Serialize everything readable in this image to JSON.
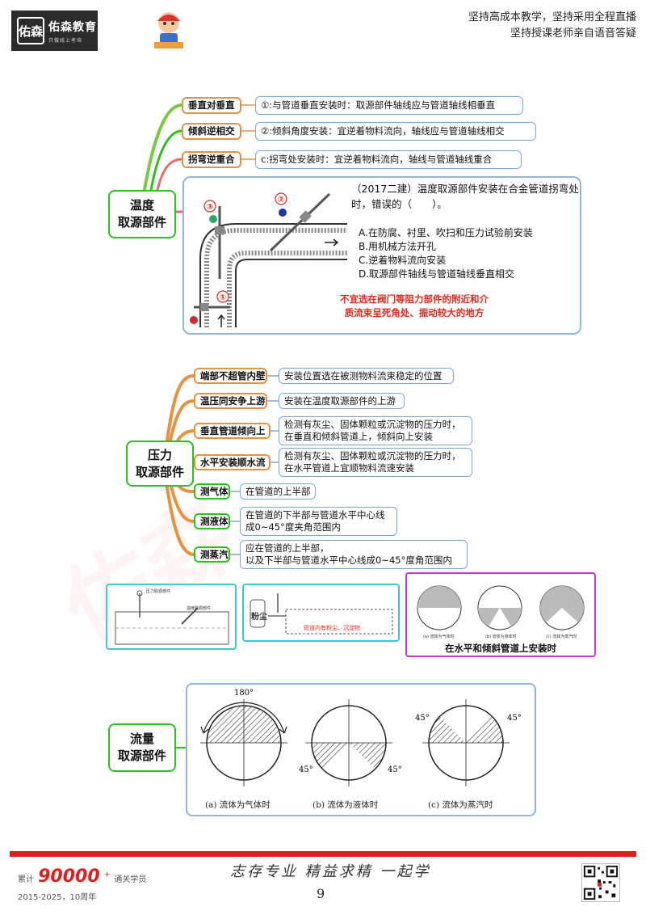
{
  "header": {
    "logo_name": "佑森教育",
    "logo_slogan": "只做线上考培",
    "logo_seal": "佑森",
    "slogan_line1": "坚持高成本教学，坚持采用全程直播",
    "slogan_line2": "坚持授课老师亲自语音答疑"
  },
  "temperature": {
    "root_line1": "温度",
    "root_line2": "取源部件",
    "branches": [
      {
        "key": "垂直对垂直",
        "value": "①:与管道垂直安装时：取源部件轴线应与管道轴线相垂直"
      },
      {
        "key": "倾斜逆相交",
        "value": "②:倾斜角度安装：宜逆着物料流向，轴线应与管道轴线相交"
      },
      {
        "key": "拐弯逆重合",
        "value": "c:拐弯处安装时：宜逆着物料流向，轴线与管道轴线重合"
      }
    ],
    "question": {
      "title": "（2017二建）温度取源部件安装在合金管道拐弯处时，错误的（　　）。",
      "options": [
        "A.在防腐、衬里、吹扫和压力试验前安装",
        "B.用机械方法开孔",
        "C.逆着物料流向安装",
        "D.取源部件轴线与管道轴线垂直相交"
      ],
      "note_line1": "不宜选在阀门等阻力部件的附近和介",
      "note_line2": "质流束呈死角处、振动较大的地方",
      "markers": [
        "③",
        "②",
        "①"
      ]
    }
  },
  "pressure": {
    "root_line1": "压力",
    "root_line2": "取源部件",
    "branches": [
      {
        "key": "端部不超管内壁",
        "value": "安装位置选在被测物料流束稳定的位置"
      },
      {
        "key": "温压同安争上游",
        "value": "安装在温度取源部件的上游"
      },
      {
        "key": "垂直管道倾向上",
        "value_line1": "检测有灰尘、固体颗粒或沉淀物的压力时，",
        "value_line2": "在垂直和倾斜管道上，倾斜向上安装"
      },
      {
        "key": "水平安装顺水流",
        "value_line1": "检测有灰尘、固体颗粒或沉淀物的压力时，",
        "value_line2": "在水平管道上宜顺物料流速安装"
      },
      {
        "key": "测气体",
        "value": "在管道的上半部"
      },
      {
        "key": "测液体",
        "value_line1": "在管道的下半部与管道水平中心线",
        "value_line2": "成0~45°度夹角范围内"
      },
      {
        "key": "测蒸汽",
        "value_line1": "应在管道的上半部，",
        "value_line2": "以及下半部与管道水平中心线成0~45°度角范围内"
      }
    ],
    "fig1_labels": [
      "压力取源部件",
      "温度取源部件"
    ],
    "fig2_labels": [
      "粉尘",
      "管道内有粉尘、沉淀物"
    ],
    "fig3_caption": "在水平和倾斜管道上安装时",
    "fig3_sub": [
      "(a) 流体为气体时",
      "(b) 流体为液体时",
      "(c) 流体为蒸汽时"
    ]
  },
  "flow": {
    "root_line1": "流量",
    "root_line2": "取源部件",
    "captions": [
      "(a) 流体为气体时",
      "(b) 流体为液体时",
      "(c) 流体为蒸汽时"
    ],
    "angle_180": "180°",
    "angle_45": "45°"
  },
  "footer": {
    "count_prefix": "累计",
    "count": "90000",
    "count_plus": "+",
    "count_suffix": "通关学员",
    "years": "2015-2025，10周年",
    "handwriting": "志存专业 精益求精 一起学",
    "page": "9"
  },
  "colors": {
    "accent_red": "#e21d1d",
    "key_orange": "#e9913e",
    "root_green": "#2bc11e",
    "value_blue": "#7aa8d8",
    "magenta": "#c03bc6",
    "cyan": "#3cc9d6"
  }
}
